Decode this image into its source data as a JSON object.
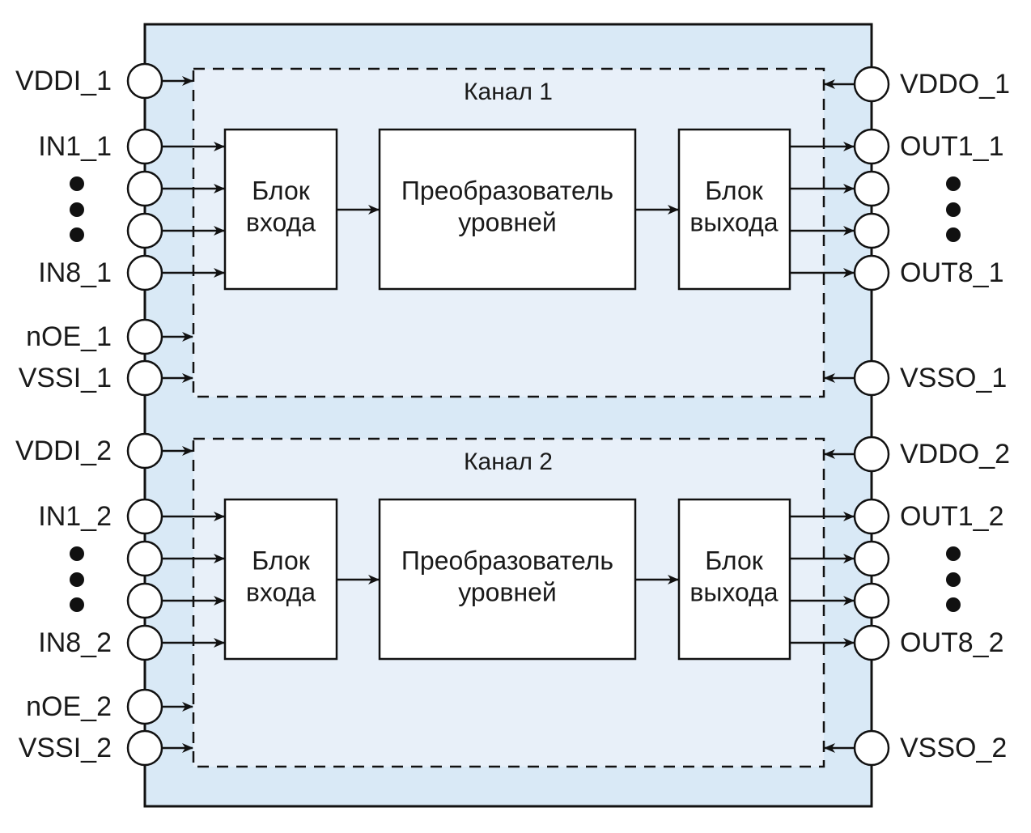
{
  "diagram": {
    "title": "",
    "colors": {
      "package_fill": "#d9e9f6",
      "channel_fill": "#e8f0f9",
      "block_fill": "#ffffff",
      "stroke": "#111111"
    },
    "channels": [
      {
        "label": "Канал 1",
        "left_pins": [
          {
            "label": "VDDI_1",
            "kind": "power"
          },
          {
            "label": "IN1_1",
            "kind": "input"
          },
          {
            "label": "",
            "kind": "input"
          },
          {
            "label": "",
            "kind": "input"
          },
          {
            "label": "IN8_1",
            "kind": "input"
          },
          {
            "label": "nOE_1",
            "kind": "control"
          },
          {
            "label": "VSSI_1",
            "kind": "ground"
          }
        ],
        "right_pins": [
          {
            "label": "VDDO_1",
            "kind": "power"
          },
          {
            "label": "OUT1_1",
            "kind": "output"
          },
          {
            "label": "",
            "kind": "output"
          },
          {
            "label": "",
            "kind": "output"
          },
          {
            "label": "OUT8_1",
            "kind": "output"
          },
          {
            "label": "VSSO_1",
            "kind": "ground"
          }
        ],
        "blocks": {
          "input": [
            "Блок",
            "входа"
          ],
          "converter": [
            "Преобразователь",
            "уровней"
          ],
          "output": [
            "Блок",
            "выхода"
          ]
        }
      },
      {
        "label": "Канал 2",
        "left_pins": [
          {
            "label": "VDDI_2",
            "kind": "power"
          },
          {
            "label": "IN1_2",
            "kind": "input"
          },
          {
            "label": "",
            "kind": "input"
          },
          {
            "label": "",
            "kind": "input"
          },
          {
            "label": "IN8_2",
            "kind": "input"
          },
          {
            "label": "nOE_2",
            "kind": "control"
          },
          {
            "label": "VSSI_2",
            "kind": "ground"
          }
        ],
        "right_pins": [
          {
            "label": "VDDO_2",
            "kind": "power"
          },
          {
            "label": "OUT1_2",
            "kind": "output"
          },
          {
            "label": "",
            "kind": "output"
          },
          {
            "label": "",
            "kind": "output"
          },
          {
            "label": "OUT8_2",
            "kind": "output"
          },
          {
            "label": "VSSO_2",
            "kind": "ground"
          }
        ],
        "blocks": {
          "input": [
            "Блок",
            "входа"
          ],
          "converter": [
            "Преобразователь",
            "уровней"
          ],
          "output": [
            "Блок",
            "выхода"
          ]
        }
      }
    ],
    "ellipsis_symbol": "dots"
  }
}
